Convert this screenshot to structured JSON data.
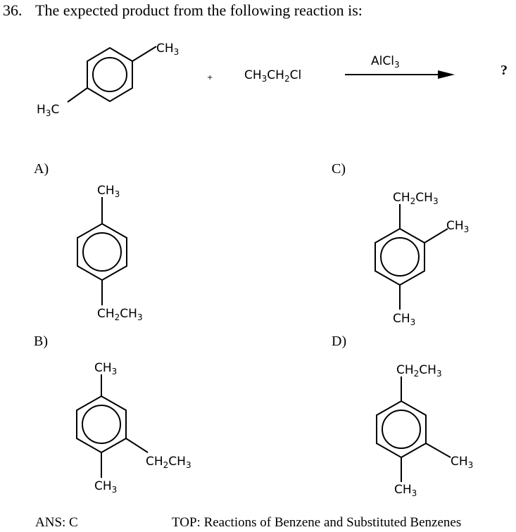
{
  "question": {
    "number": "36.",
    "text": "The expected product from the following reaction is:"
  },
  "reaction": {
    "plus": "+",
    "reagent_ch3": "CH",
    "reagent_ch2": "CH",
    "reagent_cl": "Cl",
    "catalyst_al": "AlCl",
    "product": "?",
    "sub_3": "3",
    "sub_2": "2"
  },
  "groups": {
    "ch": "CH",
    "h": "H",
    "c": "C"
  },
  "options": [
    {
      "label": "A)"
    },
    {
      "label": "B)"
    },
    {
      "label": "C)"
    },
    {
      "label": "D)"
    }
  ],
  "footer": {
    "answer": "ANS:  C",
    "topic": "TOP:   Reactions of Benzene and Substituted Benzenes"
  }
}
